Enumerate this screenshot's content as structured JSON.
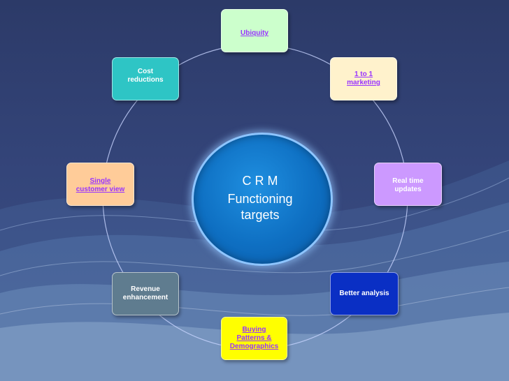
{
  "center": {
    "line1": "C R M",
    "line2": "Functioning",
    "line3": "targets"
  },
  "nodes": {
    "ubiquity": "Ubiquity",
    "one_to_one_marketing": [
      "1 to 1",
      "marketing"
    ],
    "real_time_updates": [
      "Real time",
      "updates"
    ],
    "better_analysis": "Better analysis",
    "buying_patterns": [
      "Buying",
      "Patterns &",
      "Demographics"
    ],
    "revenue_enhancement": [
      "Revenue",
      "enhancement"
    ],
    "single_customer_view": [
      "Single",
      "customer view"
    ],
    "cost_reductions": [
      "Cost",
      "reductions"
    ]
  },
  "colors": {
    "ubiquity_fill": "#ccffcc",
    "marketing_fill": "#fff2cc",
    "realtime_fill": "#cc99ff",
    "analysis_fill": "#0a2fc4",
    "buying_fill": "#ffff00",
    "revenue_fill": "#5f7c8f",
    "single_fill": "#ffcc99",
    "cost_fill": "#2ec5c5",
    "link_text": "#9933ff",
    "circle_line": "#c8d4ff"
  }
}
